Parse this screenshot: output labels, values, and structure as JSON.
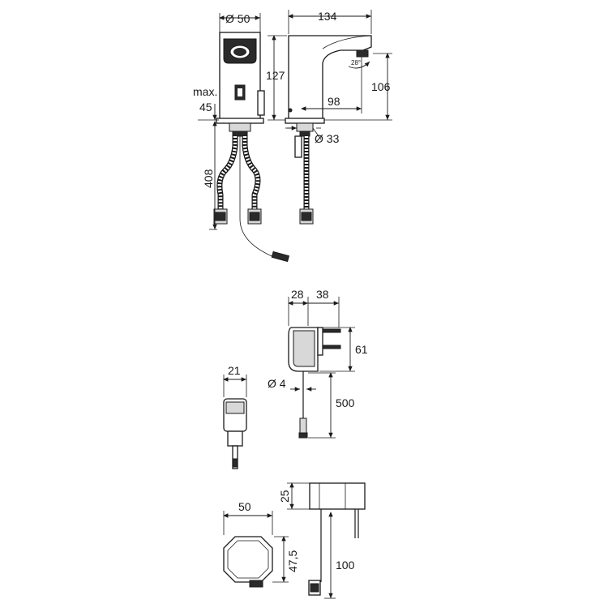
{
  "dimensions": {
    "faucet_diameter": "Ø 50",
    "faucet_width": "134",
    "faucet_height": "127",
    "spout_height": "106",
    "spout_reach": "98",
    "spout_angle": "28°",
    "max_label": "max.",
    "max_value": "45",
    "hose_length": "408",
    "base_diameter": "Ø 33",
    "adapter_depth": "28",
    "adapter_plug": "38",
    "adapter_height": "61",
    "cable_diameter": "Ø 4",
    "cable_length": "500",
    "adapter_width": "21",
    "box_width": "50",
    "box_depth": "25",
    "box_height": "47,5",
    "box_cable": "100"
  }
}
